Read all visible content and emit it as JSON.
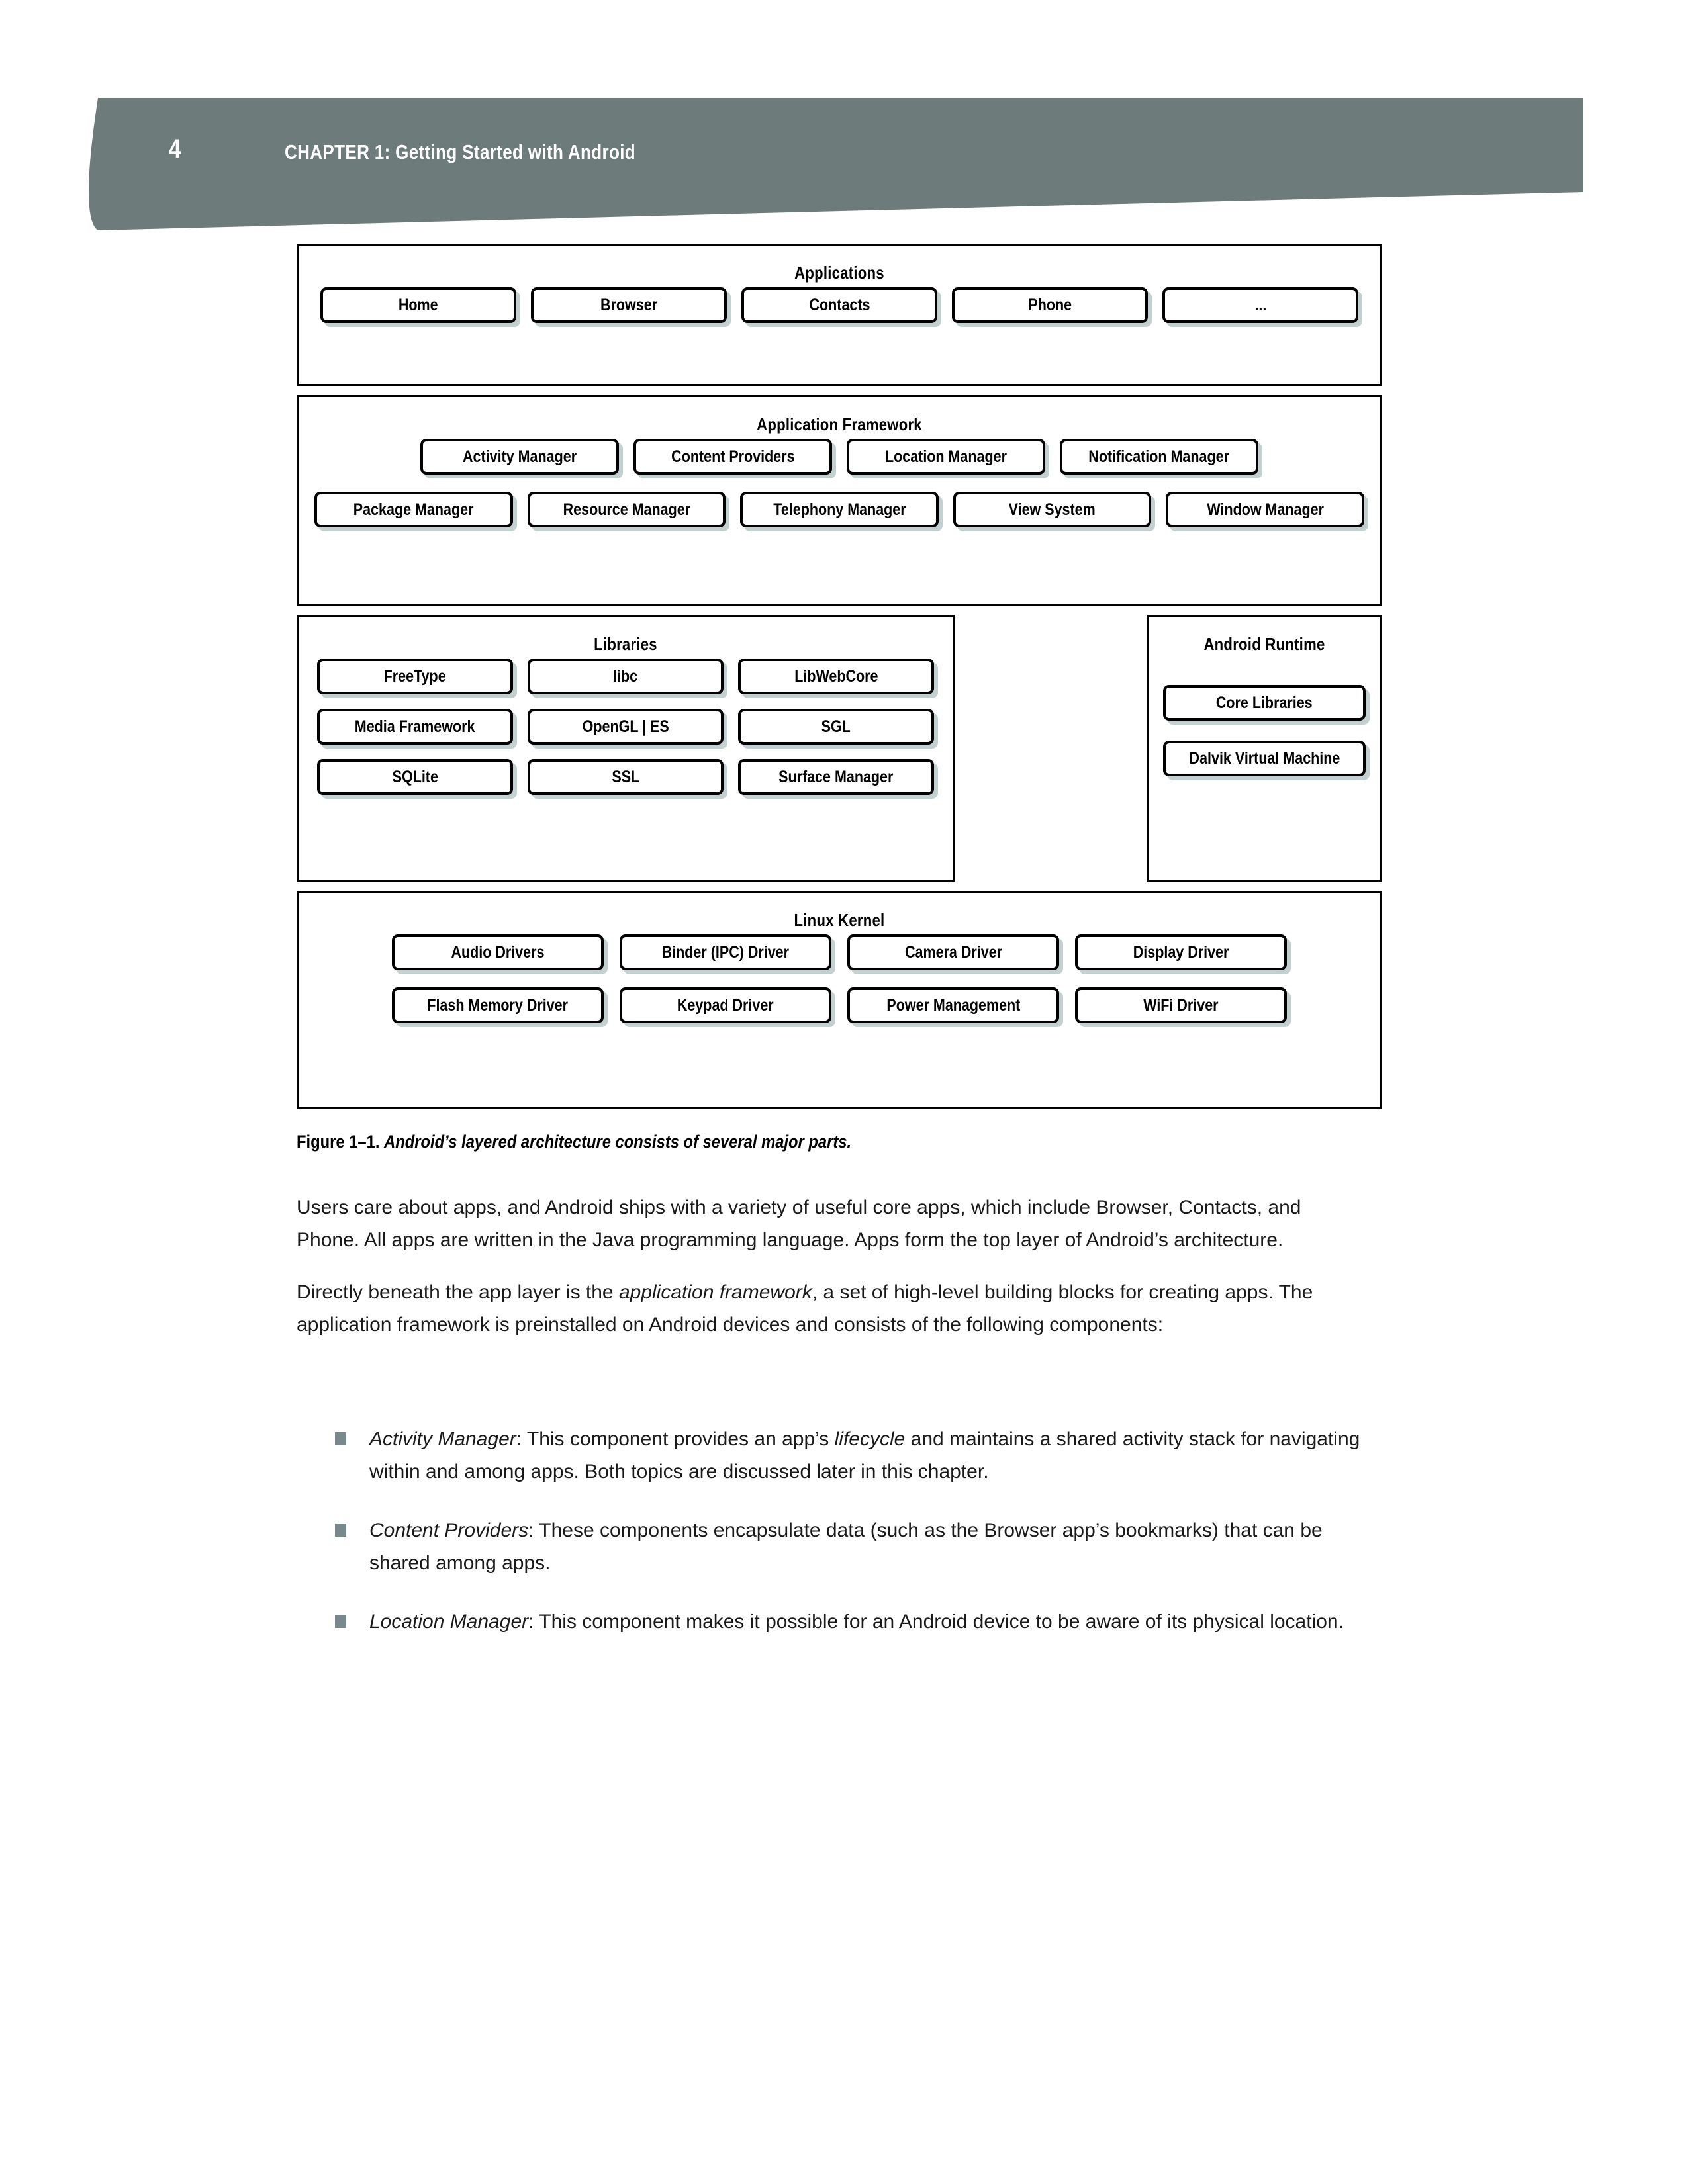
{
  "page": {
    "number": "4",
    "chapter_title": "CHAPTER 1:  Getting Started with Android",
    "header_color": "#6e7b7b",
    "bullet_color": "#77898a",
    "shadow_color": "#c3d0d0"
  },
  "figure": {
    "caption_label": "Figure 1–1.",
    "caption_text": "Android’s layered architecture consists of several major parts.",
    "layers": [
      {
        "title": "Applications",
        "rows": [
          [
            "Home",
            "Browser",
            "Contacts",
            "Phone",
            "..."
          ]
        ]
      },
      {
        "title": "Application Framework",
        "rows": [
          [
            "Activity Manager",
            "Content Providers",
            "Location Manager",
            "Notification Manager"
          ],
          [
            "Package Manager",
            "Resource Manager",
            "Telephony Manager",
            "View System",
            "Window Manager"
          ]
        ]
      },
      {
        "title": "Libraries",
        "rows": [
          [
            "FreeType",
            "libc",
            "LibWebCore"
          ],
          [
            "Media Framework",
            "OpenGL | ES",
            "SGL"
          ],
          [
            "SQLite",
            "SSL",
            "Surface Manager"
          ]
        ]
      },
      {
        "title": "Android Runtime",
        "rows": [
          [
            "Core Libraries"
          ],
          [
            "Dalvik Virtual Machine"
          ]
        ]
      },
      {
        "title": "Linux Kernel",
        "rows": [
          [
            "Audio Drivers",
            "Binder (IPC) Driver",
            "Camera Driver",
            "Display Driver"
          ],
          [
            "Flash Memory Driver",
            "Keypad Driver",
            "Power Management",
            "WiFi Driver"
          ]
        ]
      }
    ]
  },
  "body": {
    "paragraph_1": "Users care about apps, and Android ships with a variety of useful core apps, which include Browser, Contacts, and Phone. All apps are written in the Java programming language. Apps form the top layer of Android’s architecture.",
    "paragraph_2_part1": "Directly beneath the app layer is the ",
    "paragraph_2_italic": "application framework",
    "paragraph_2_part2": ", a set of high-level building blocks for creating apps. The application framework is preinstalled on Android devices and consists of the following components:"
  },
  "bullets": [
    {
      "term": "Activity Manager",
      "text_part1": ": This component provides an app’s ",
      "italic_inline": "lifecycle",
      "text_part2": " and maintains a shared activity stack for navigating within and among apps. Both topics are discussed later in this chapter."
    },
    {
      "term": "Content Providers",
      "text_part1": ": These components encapsulate data (such as the Browser app’s bookmarks) that can be shared among apps.",
      "italic_inline": "",
      "text_part2": ""
    },
    {
      "term": "Location Manager",
      "text_part1": ": This component makes it possible for an Android device to be aware of its physical location.",
      "italic_inline": "",
      "text_part2": ""
    }
  ]
}
